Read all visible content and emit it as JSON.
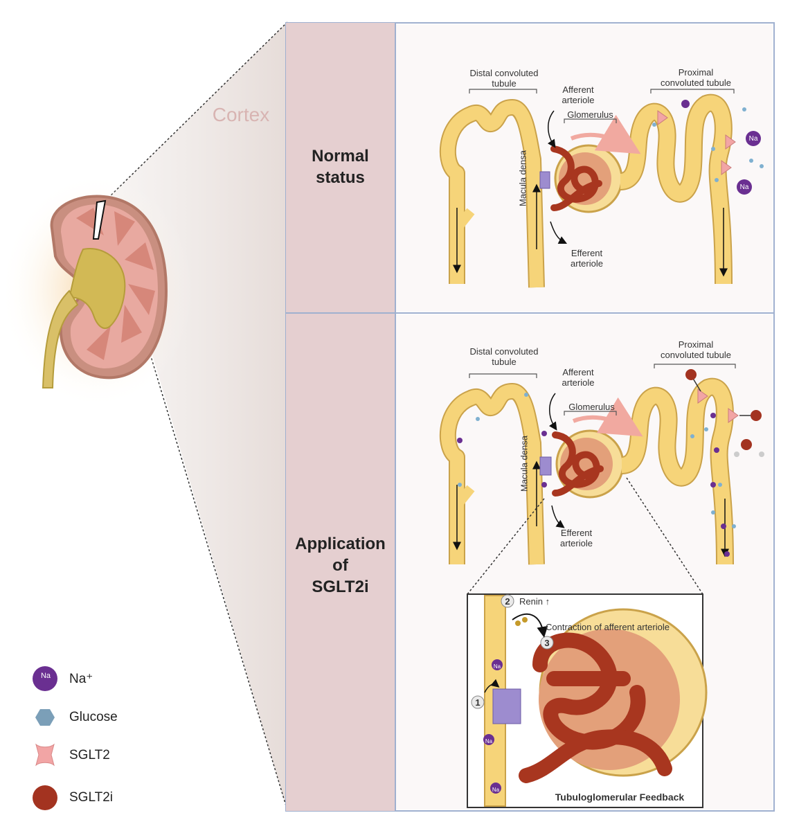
{
  "kidney": {
    "region_label": "Cortex"
  },
  "panels": [
    {
      "row_label": [
        "Normal",
        "status"
      ],
      "labels": {
        "distal": [
          "Distal convoluted",
          "tubule"
        ],
        "proximal": [
          "Proximal",
          "convoluted tubule"
        ],
        "afferent": [
          "Afferent",
          "arteriole"
        ],
        "glomerulus": "Glomerulus",
        "macula": "Macula densa",
        "efferent": [
          "Efferent",
          "arteriole"
        ],
        "na": "Na"
      }
    },
    {
      "row_label": [
        "Application",
        "of",
        "SGLT2i"
      ],
      "labels": {
        "distal": [
          "Distal convoluted",
          "tubule"
        ],
        "proximal": [
          "Proximal",
          "convoluted tubule"
        ],
        "afferent": [
          "Afferent",
          "arteriole"
        ],
        "glomerulus": "Glomerulus",
        "macula": "Macula densa",
        "efferent": [
          "Efferent",
          "arteriole"
        ]
      }
    }
  ],
  "inset": {
    "title": "Tubuloglomerular Feedback",
    "step1": "1",
    "step2": "2",
    "step3": "3",
    "renin": "Renin ↑",
    "contraction": "Contraction of afferent arteriole",
    "na": "Na"
  },
  "legend": [
    {
      "label": "Na⁺",
      "icon": "na-ion-icon",
      "glyph": "Na",
      "color": "#6a2f91"
    },
    {
      "label": "Glucose",
      "icon": "glucose-hexagon-icon",
      "color": "#7b9fb8"
    },
    {
      "label": "SGLT2",
      "icon": "sglt2-transporter-icon",
      "color": "#f2a5a5"
    },
    {
      "label": "SGLT2i",
      "icon": "sglt2i-inhibitor-icon",
      "color": "#a33320"
    }
  ],
  "colors": {
    "tubule": "#f6d479",
    "tubule_edge": "#caa24a",
    "vessel": "#a8361f",
    "capsule": "#f7dd98",
    "label_column": "#e5cfd0",
    "panel_border": "#9fb0cf",
    "sodium": "#6a2f91",
    "glucose": "#7fb0d0"
  }
}
